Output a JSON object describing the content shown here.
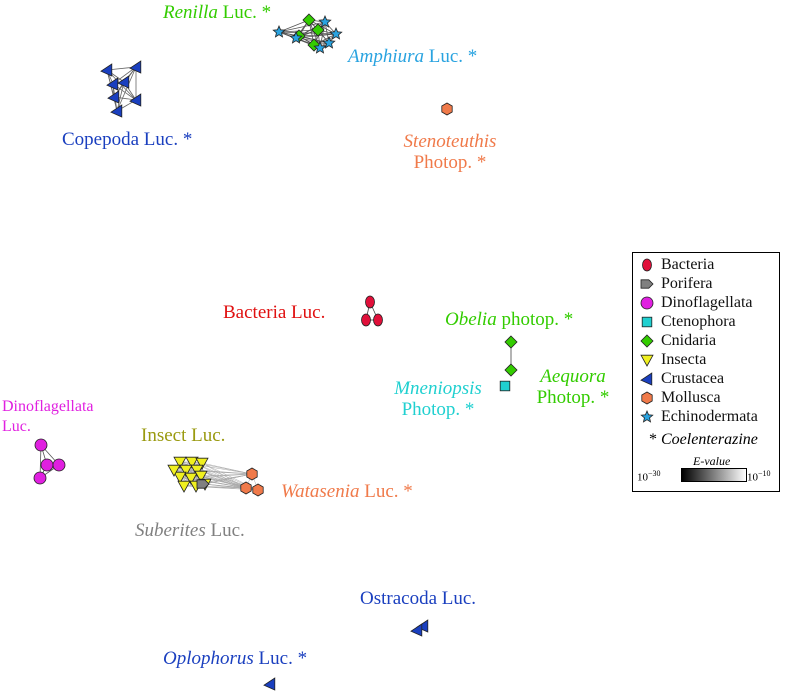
{
  "clusters": {
    "renilla": {
      "genus": "Renilla",
      "suffix": " Luc. *",
      "color": "#33cc00"
    },
    "amphiura": {
      "genus": "Amphiura",
      "suffix": " Luc. *",
      "color": "#29a3e0"
    },
    "copepoda": {
      "text": "Copepoda Luc. *",
      "color": "#1a3fbf"
    },
    "stenoteuthis": {
      "genus": "Stenoteuthis",
      "line2": "Photop. *",
      "color": "#f07a4a"
    },
    "bacteria": {
      "text": "Bacteria Luc.",
      "color": "#e01010"
    },
    "obelia": {
      "genus": "Obelia",
      "suffix": " photop. *",
      "color": "#33cc00"
    },
    "mneniopsis": {
      "genus": "Mneniopsis",
      "line2": "Photop. *",
      "color": "#20d0d0"
    },
    "aequora": {
      "genus": "Aequora",
      "line2": "Photop. *",
      "color": "#33cc00"
    },
    "dinoflagellata": {
      "line1": "Dinoflagellata",
      "line2": "Luc.",
      "color": "#e020e0"
    },
    "insect": {
      "text": "Insect Luc.",
      "color": "#9a9a10"
    },
    "watasenia": {
      "genus": "Watasenia",
      "suffix": " Luc. *",
      "color": "#f07a4a"
    },
    "suberites": {
      "genus": "Suberites",
      "suffix": " Luc.",
      "color": "#808080"
    },
    "ostracoda": {
      "text": "Ostracoda Luc.",
      "color": "#1a3fbf"
    },
    "oplophorus": {
      "genus": "Oplophorus",
      "suffix": " Luc. *",
      "color": "#1a3fbf"
    }
  },
  "legend": {
    "items": [
      {
        "label": "Bacteria",
        "shape": "ellipse",
        "color": "#e0103a"
      },
      {
        "label": "Porifera",
        "shape": "pentagon",
        "color": "#808080"
      },
      {
        "label": "Dinoflagellata",
        "shape": "circle",
        "color": "#e020e0"
      },
      {
        "label": "Ctenophora",
        "shape": "square",
        "color": "#20d0d0"
      },
      {
        "label": "Cnidaria",
        "shape": "diamond",
        "color": "#33cc00"
      },
      {
        "label": "Insecta",
        "shape": "triangle-down",
        "color": "#f0f020"
      },
      {
        "label": "Crustacea",
        "shape": "triangle-left",
        "color": "#1a3fbf"
      },
      {
        "label": "Mollusca",
        "shape": "hexagon",
        "color": "#f07a4a"
      },
      {
        "label": "Echinodermata",
        "shape": "star",
        "color": "#29a3e0"
      }
    ],
    "note_prefix": "* ",
    "note_text": "Coelenterazine",
    "evalue_title": "E-value",
    "evalue_low_base": "10",
    "evalue_low_exp": "−30",
    "evalue_high_base": "10",
    "evalue_high_exp": "−10"
  }
}
